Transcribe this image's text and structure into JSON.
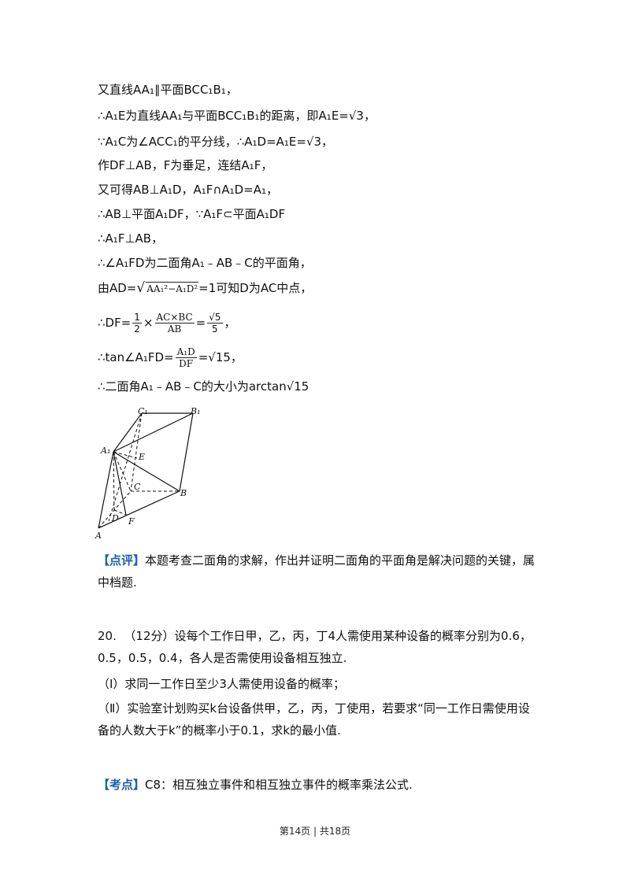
{
  "lines": [
    "又直线AA₁∥平面BCC₁B₁，",
    "∴A₁E为直线AA₁与平面BCC₁B₁的距离，即A₁E=√3，",
    "∵A₁C为∠ACC₁的平分线，∴A₁D=A₁E=√3，",
    "作DF⊥AB，F为垂足，连结A₁F，",
    "又可得AB⊥A₁D，A₁F∩A₁D=A₁，",
    "∴AB⊥平面A₁DF，∵A₁F⊂平面A₁DF",
    "∴A₁F⊥AB，",
    "∴∠A₁FD为二面角A₁﹣AB﹣C的平面角，"
  ],
  "formulas": {
    "ad_prefix": "由AD=",
    "ad_radicand": "AA₁²−A₁D²",
    "ad_suffix": "=1可知D为AC中点，",
    "df_prefix": "∴DF=",
    "df_half_num": "1",
    "df_half_den": "2",
    "df_times": "×",
    "df_frac_num": "AC×BC",
    "df_frac_den": "AB",
    "df_eq": "=",
    "df_res_num": "√5",
    "df_res_den": "5",
    "df_suffix": "，",
    "tan_prefix": "∴tan∠A₁FD=",
    "tan_num": "A₁D",
    "tan_den": "DF",
    "tan_eq": "=√15，",
    "answer": "∴二面角A₁﹣AB﹣C的大小为arctan√15"
  },
  "figure": {
    "labels": [
      "C₁",
      "B₁",
      "A₁",
      "E",
      "C",
      "B",
      "D",
      "F",
      "A"
    ]
  },
  "comment": {
    "tag": "【点评】",
    "text": "本题考查二面角的求解，作出并证明二面角的平面角是解决问题的关键，属中档题."
  },
  "problem": {
    "number": "20.",
    "score": "（12分）",
    "stem": "设每个工作日甲，乙，丙，丁4人需使用某种设备的概率分别为0.6，0.5，0.5，0.4，各人是否需使用设备相互独立.",
    "part1": "（Ⅰ）求同一工作日至少3人需使用设备的概率；",
    "part2": "（Ⅱ）实验室计划购买k台设备供甲，乙，丙，丁使用，若要求“同一工作日需使用设备的人数大于k”的概率小于0.1，求k的最小值."
  },
  "kaodian": {
    "tag": "【考点】",
    "text": "C8：相互独立事件和相互独立事件的概率乘法公式."
  },
  "footer": "第14页 | 共18页"
}
